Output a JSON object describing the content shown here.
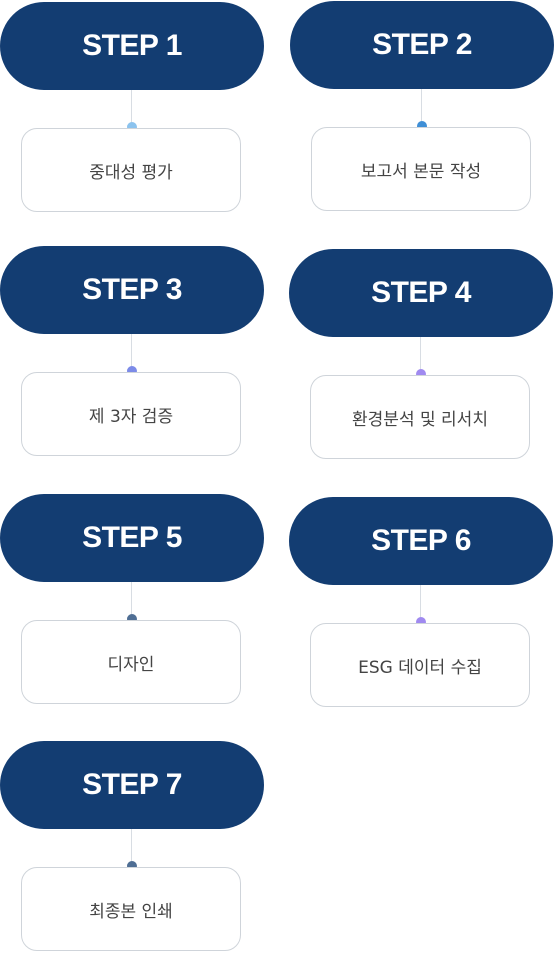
{
  "steps": [
    {
      "label": "STEP 1",
      "desc": "중대성 평가",
      "dot_color": "#8cc3ee"
    },
    {
      "label": "STEP 2",
      "desc": "보고서 본문 작성",
      "dot_color": "#3f8fd6"
    },
    {
      "label": "STEP 3",
      "desc": "제 3자 검증",
      "dot_color": "#7c8be8"
    },
    {
      "label": "STEP 4",
      "desc": "환경분석 및 리서치",
      "dot_color": "#a08af0"
    },
    {
      "label": "STEP 5",
      "desc": "디자인",
      "dot_color": "#4f6e94"
    },
    {
      "label": "STEP 6",
      "desc": "ESG 데이터 수집",
      "dot_color": "#a08af0"
    },
    {
      "label": "STEP 7",
      "desc": "최종본 인쇄",
      "dot_color": "#4f6e94"
    }
  ],
  "colors": {
    "pill": "#133d72",
    "pill_text": "#ffffff",
    "card_border": "#cfd4da",
    "card_text": "#444444"
  }
}
